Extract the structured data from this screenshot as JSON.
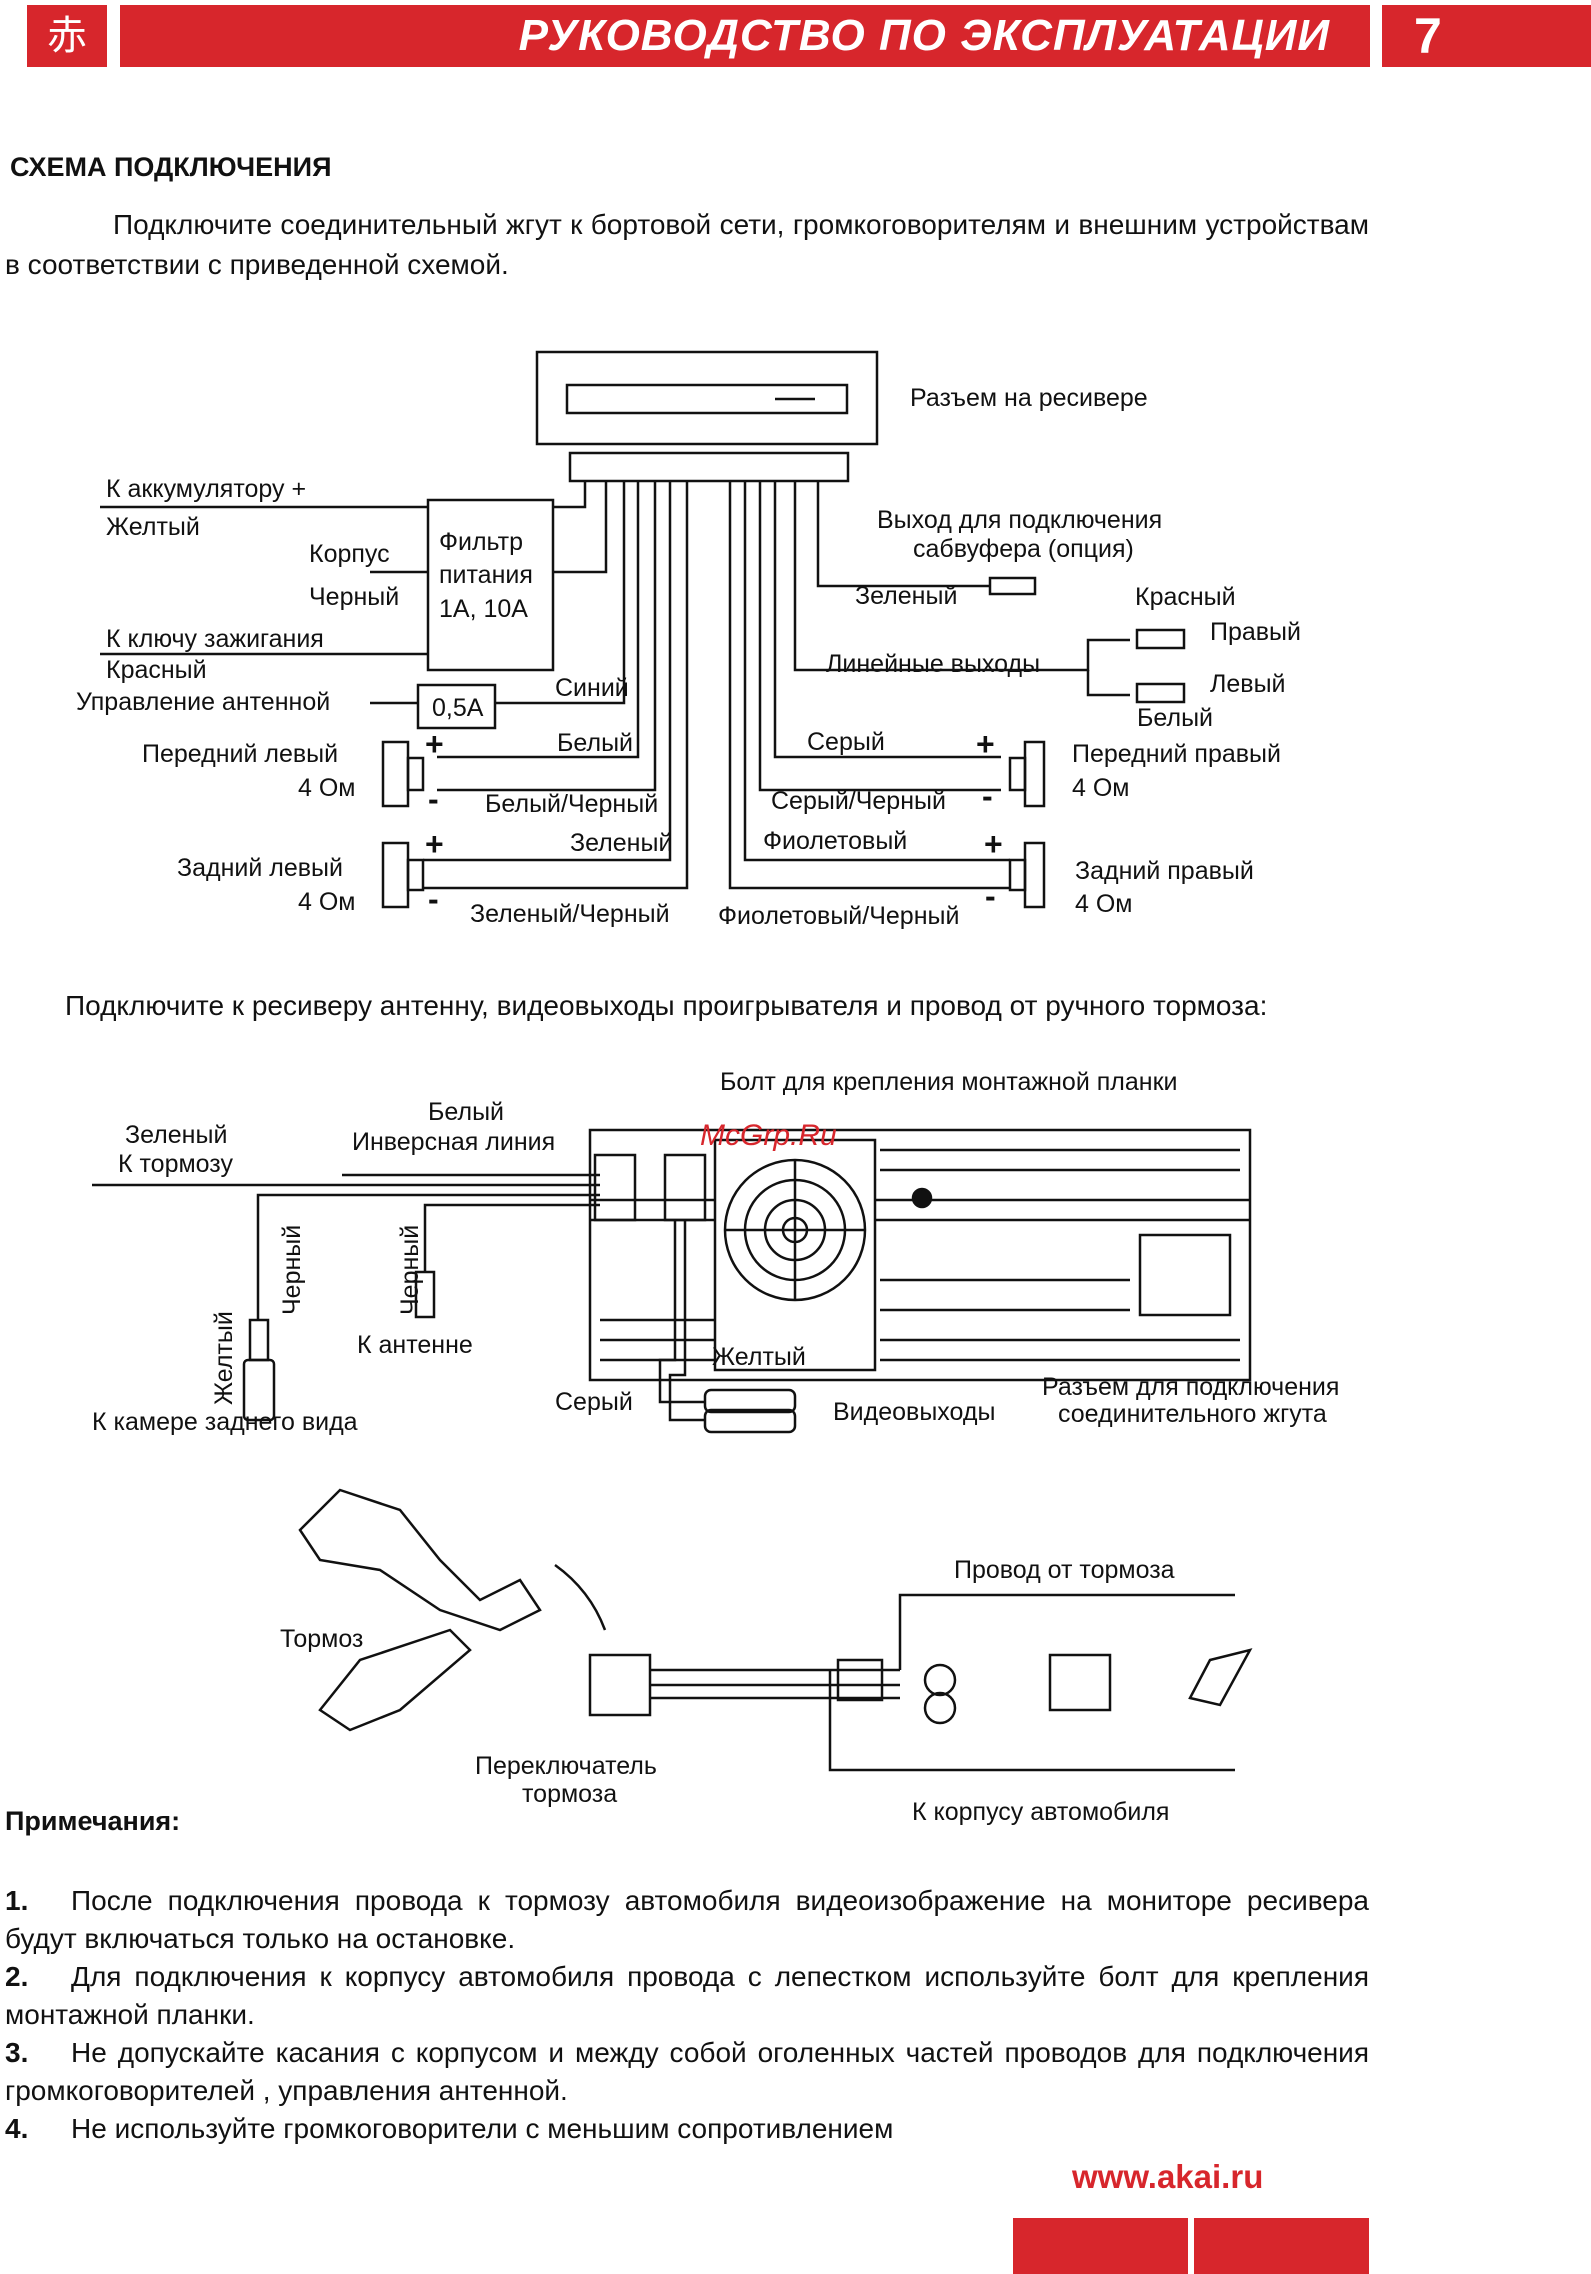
{
  "header": {
    "logo_char": "赤",
    "title": "РУКОВОДСТВО ПО ЭКСПЛУАТАЦИИ",
    "page_number": "7"
  },
  "section_title": "СХЕМА ПОДКЛЮЧЕНИЯ",
  "intro_paragraph": "Подключите соединительный жгут к бортовой сети, громкоговорителям и внешним устройствам в соответствии с приведенной схемой.",
  "wiring": {
    "receiver_connector": "Разъем на ресивере",
    "battery": "К аккумулятору +",
    "yellow": "Желтый",
    "ground": "Корпус",
    "black": "Черный",
    "filter_l1": "Фильтр",
    "filter_l2": "питания",
    "filter_l3": "1А, 10А",
    "ignition": "К ключу зажигания",
    "red_left": "Красный",
    "antenna_control": "Управление антенной",
    "fuse": "0,5А",
    "blue": "Синий",
    "front_left_l1": "Передний левый",
    "front_left_l2": "4 Ом",
    "white": "Белый",
    "white_black": "Белый/Черный",
    "rear_left_l1": "Задний левый",
    "rear_left_l2": "4 Ом",
    "green": "Зеленый",
    "green_black": "Зеленый/Черный",
    "sub_l1": "Выход для подключения",
    "sub_l2": "сабвуфера (опция)",
    "sub_green": "Зеленый",
    "line_red": "Красный",
    "line_right": "Правый",
    "line_out": "Линейные выходы",
    "line_left": "Левый",
    "line_white": "Белый",
    "gray": "Серый",
    "gray_black": "Серый/Черный",
    "front_right_l1": "Передний правый",
    "front_right_l2": "4 Ом",
    "violet": "Фиолетовый",
    "violet_black": "Фиолетовый/Черный",
    "rear_right_l1": "Задний правый",
    "rear_right_l2": "4 Ом",
    "plus": "+",
    "minus": "-"
  },
  "second_paragraph": "Подключите к ресиверу антенну, видеовыходы проигрывателя и провод от ручного тормоза:",
  "rear_panel": {
    "bolt": "Болт для крепления монтажной планки",
    "watermark": "McGrp.Ru",
    "green": "Зеленый",
    "to_brake": "К тормозу",
    "white": "Белый",
    "inverse_line": "Инверсная линия",
    "black1": "Черный",
    "black2": "Черный",
    "yellow": "Желтый",
    "to_antenna": "К антенне",
    "to_camera": "К камере заднего вида",
    "gray": "Серый",
    "video_yellow": "Желтый",
    "video_outputs": "Видеовыходы",
    "harness_l1": "Разъем для подключения",
    "harness_l2": "соединительного жгута"
  },
  "brake": {
    "brake_label": "Тормоз",
    "wire_from_brake": "Провод от тормоза",
    "switch_l1": "Переключатель",
    "switch_l2": "тормоза",
    "to_chassis": "К корпусу автомобиля"
  },
  "notes": {
    "title": "Примечания:",
    "items": [
      {
        "num": "1.",
        "text": "После подключения провода к тормозу автомобиля видеоизображение на мониторе ресивера будут включаться только на остановке."
      },
      {
        "num": "2.",
        "text": "Для подключения к корпусу автомобиля провода с лепестком используйте болт для крепления монтажной планки."
      },
      {
        "num": "3.",
        "text": "Не допускайте касания с корпусом и между собой оголенных частей проводов для подключения громкоговорителей , управления антенной."
      },
      {
        "num": "4.",
        "text": "Не используйте громкоговорители с меньшим сопротивлением"
      }
    ]
  },
  "footer": {
    "url": "www.akai.ru"
  },
  "colors": {
    "brand_red": "#d7262c",
    "text": "#111111"
  }
}
